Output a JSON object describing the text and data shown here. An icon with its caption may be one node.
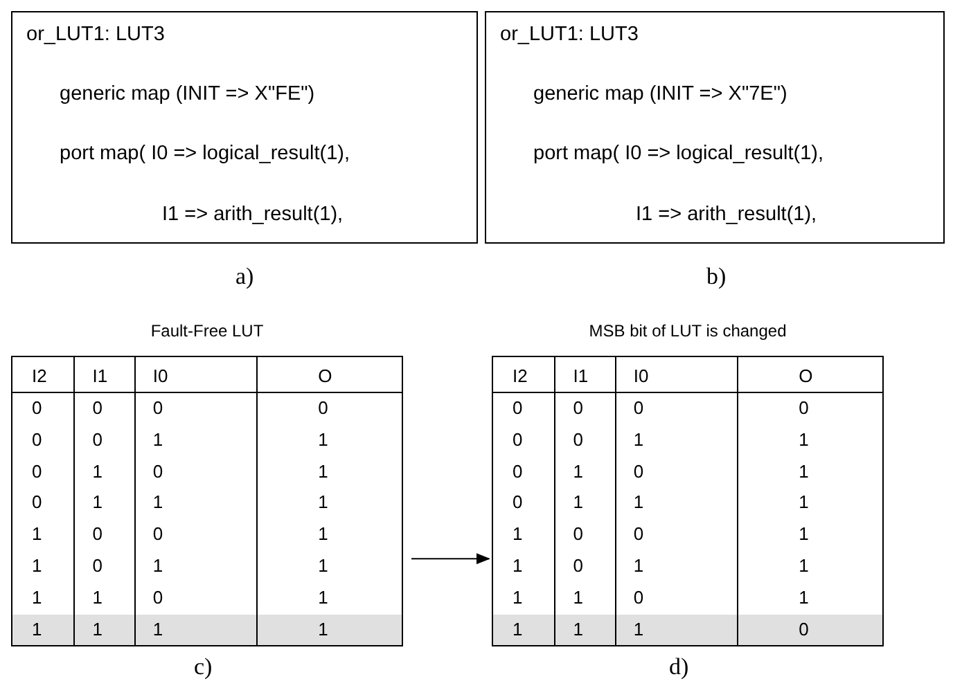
{
  "diagram": {
    "nodes": [
      {
        "text": [
          "or_LUT1: LUT3",
          "generic map (INIT => X\"FE\")",
          "port map( I0 => logical_result(1),",
          "I1 => arith_result(1),"
        ]
      },
      {
        "text": [
          "or_LUT1: LUT3",
          "generic map (INIT => X\"7E\")",
          "port map( I0 => logical_result(1),",
          "I1 => arith_result(1),"
        ]
      },
      {
        "text": [
          "Fault-Free LUT",
          "I2",
          "I1",
          "I0",
          "O",
          "0",
          "0",
          "0",
          "0",
          "0",
          "0",
          "1",
          "1",
          "0",
          "1",
          "0",
          "1",
          "0",
          "1",
          "1",
          "1",
          "1",
          "0",
          "0",
          "1",
          "1",
          "0",
          "1",
          "1",
          "1",
          "1",
          "0",
          "1",
          "1",
          "1",
          "1",
          "1"
        ]
      },
      {
        "text": [
          "MSB bit of LUT is changed",
          "I2",
          "I1",
          "I0",
          "O",
          "0",
          "0",
          "0",
          "0",
          "0",
          "0",
          "1",
          "1",
          "0",
          "1",
          "0",
          "1",
          "0",
          "1",
          "1",
          "1",
          "1",
          "0",
          "0",
          "1",
          "1",
          "0",
          "1",
          "1",
          "1",
          "1",
          "0",
          "1",
          "1",
          "1",
          "1",
          "0"
        ]
      }
    ],
    "edges": [
      {
        "from": 2,
        "to": 3,
        "arrow": "to"
      }
    ],
    "labels": [
      "a)",
      "b)",
      "c)",
      "d)"
    ]
  }
}
